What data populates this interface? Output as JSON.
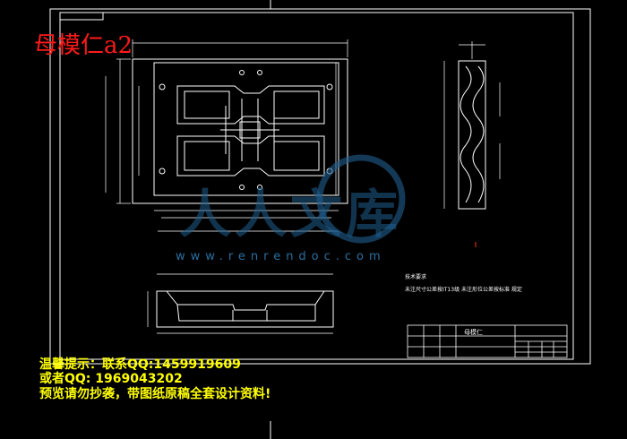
{
  "drawing": {
    "title_red": "母模仁a2",
    "title_block_part_name": "母模仁",
    "mini_caption_1": "技术要求",
    "mini_caption_2": "未注尺寸公差按IT13级 未注形位公差按标准 规定"
  },
  "watermark": {
    "url": "www.renrendoc.com",
    "logo_text": "人人文库"
  },
  "notice": {
    "line1": "温馨提示：联系QQ:1459919609",
    "line2": "或者QQ: 1969043202",
    "line3": "预览请勿抄袭，带图纸原稿全套设计资料!"
  },
  "colors": {
    "background": "#000000",
    "lines": "#ffffff",
    "title_red": "#ff1a1a",
    "notice_yellow": "#ffff00",
    "watermark_blue": "#1f5f8f",
    "center_mark": "#ff3300"
  }
}
